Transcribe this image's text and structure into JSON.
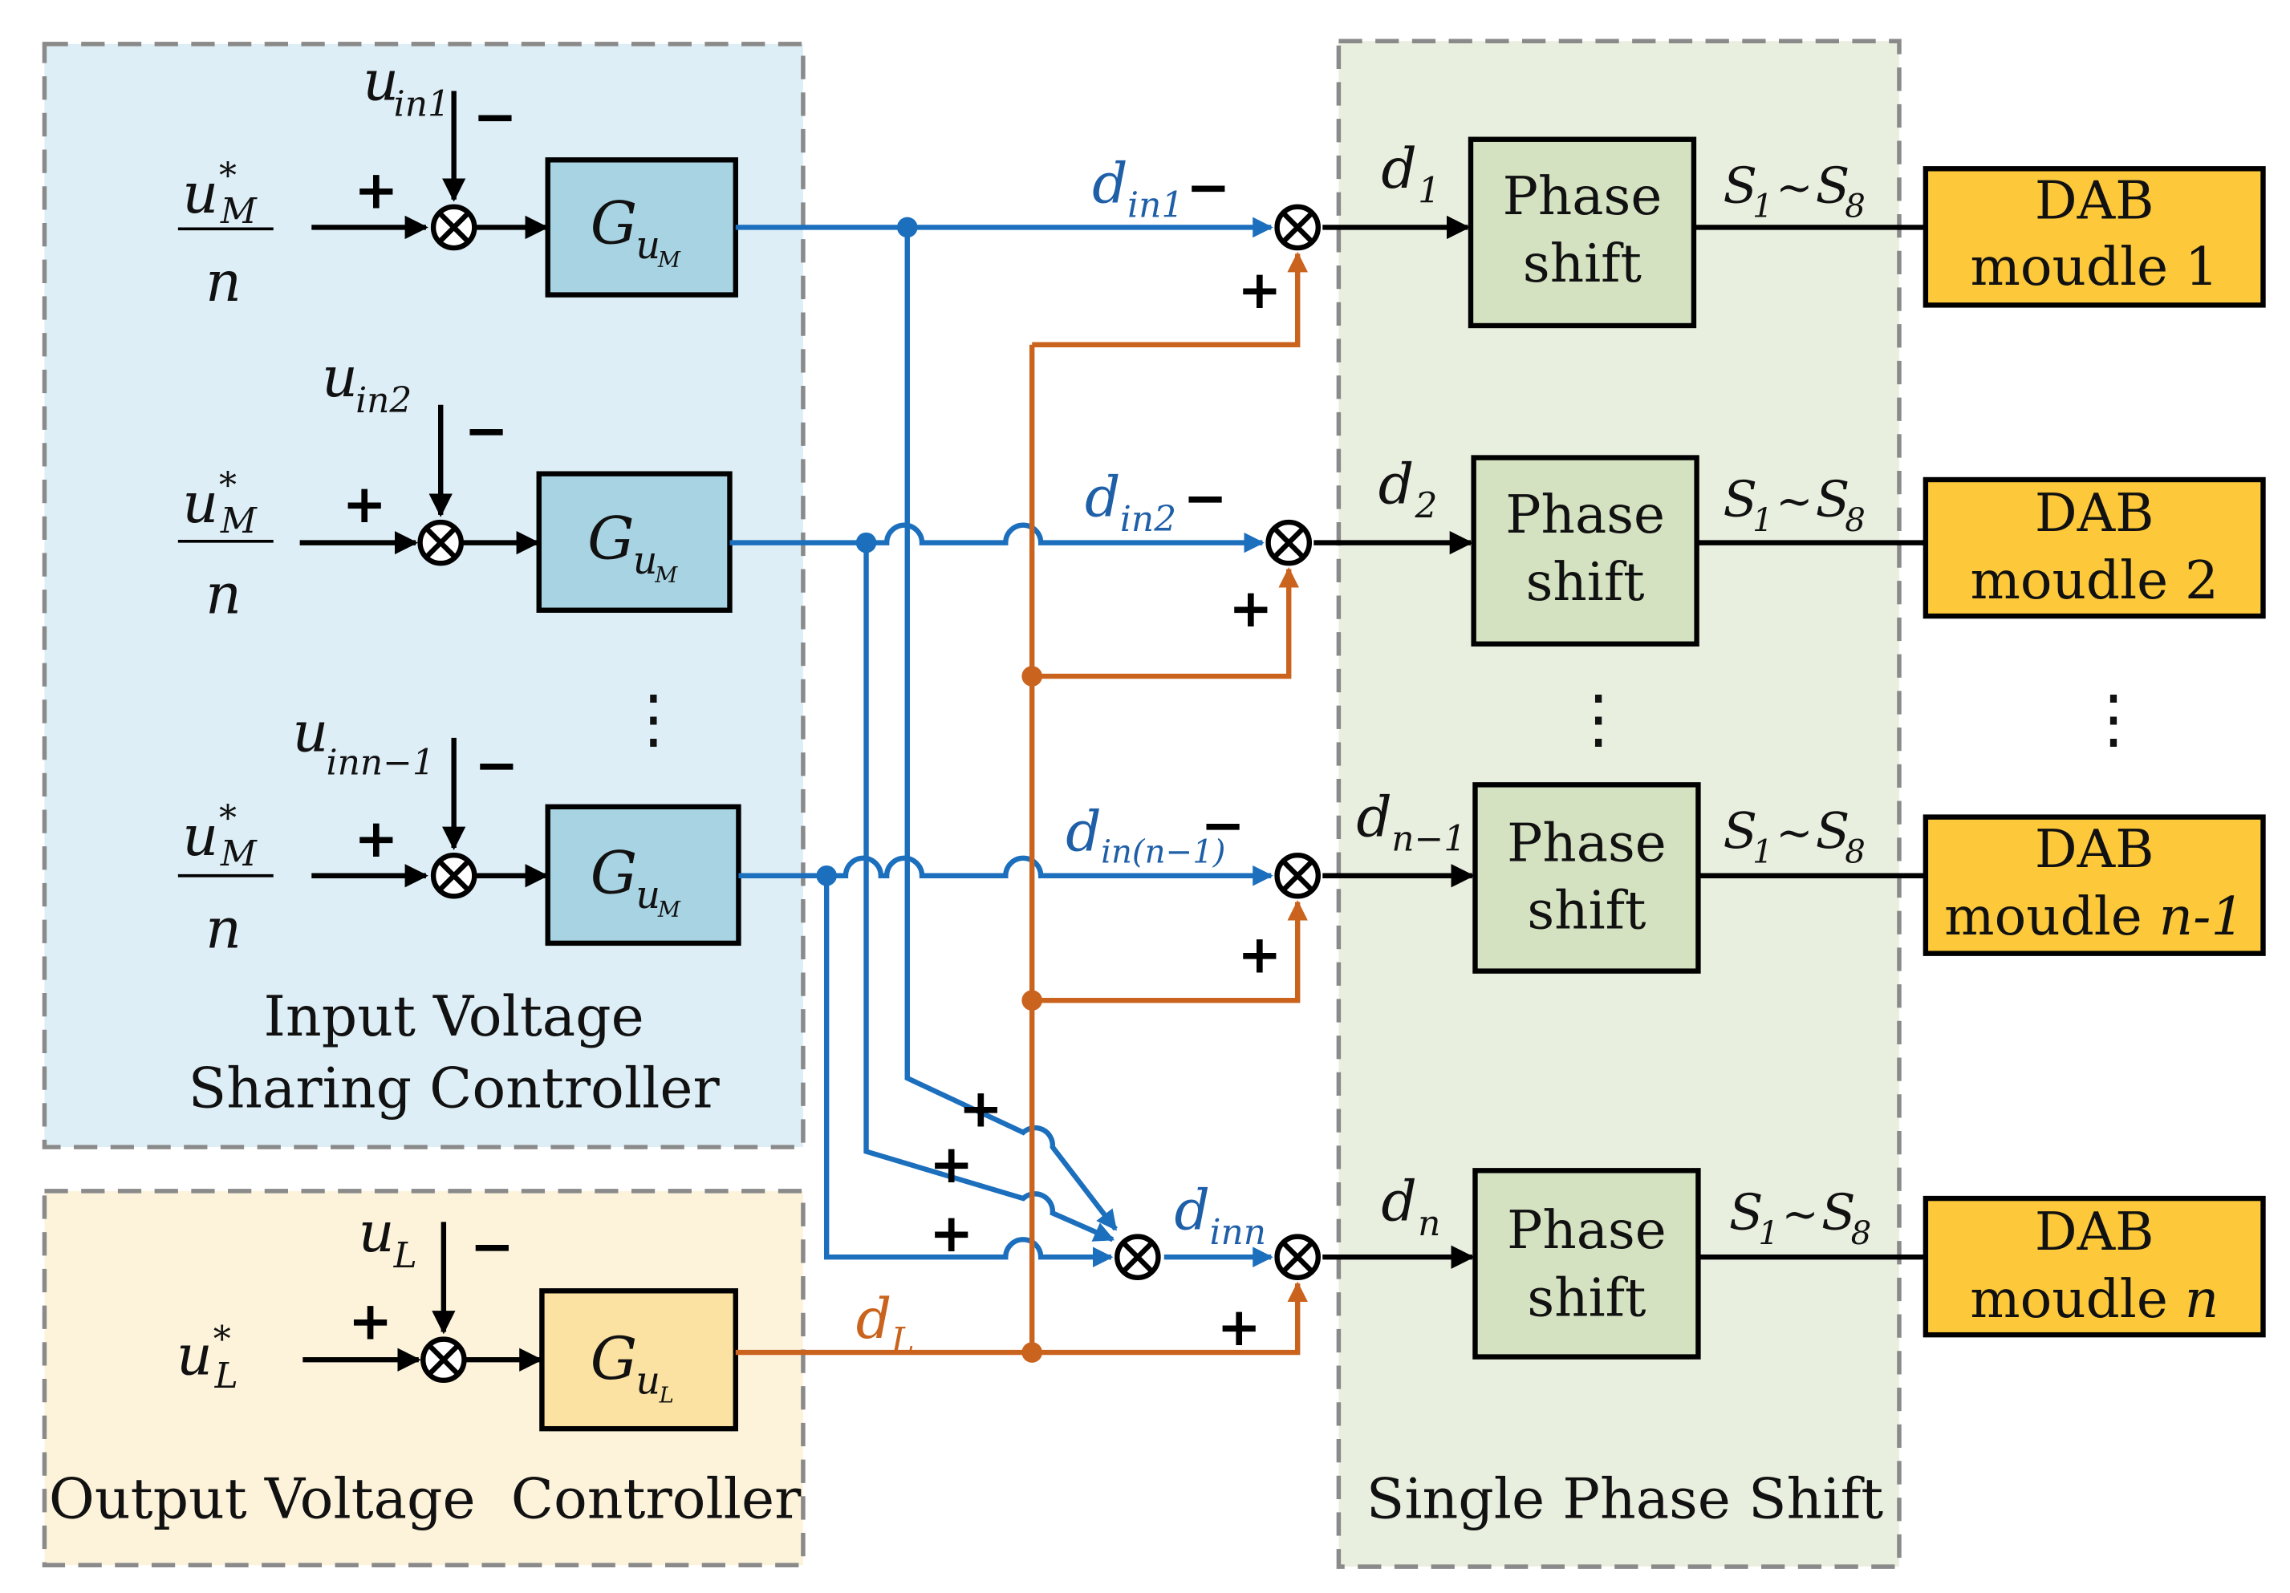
{
  "colors": {
    "blue_wire": "#1c6fbd",
    "orange_wire": "#c9631e",
    "input_region": "#ddeef6",
    "output_region": "#fdf3db",
    "spc_region": "#e9efdf",
    "controller_block": "#a8d3e2",
    "output_block": "#fbe2a3",
    "phase_block": "#d4e2c1",
    "dab_block": "#fdc93a"
  },
  "regions": {
    "input": {
      "title_line1": "Input Voltage",
      "title_line2": "Sharing Controller"
    },
    "output": {
      "title": "Output Voltage  Controller"
    },
    "spc": {
      "title": "Single Phase Shift"
    }
  },
  "symbols": {
    "u": "u",
    "n": "n",
    "star": "*",
    "M": "M",
    "L": "L",
    "G": "G",
    "d": "d",
    "S": "S",
    "tilde": "~",
    "plus": "+",
    "minus": "−",
    "dots": "⋮",
    "in1": "in1",
    "in2": "in2",
    "inn1": "inn−1",
    "in_n1": "in(n−1)",
    "inn": "inn",
    "sub1": "1",
    "sub2": "2",
    "subn1": "n−1",
    "subn": "n",
    "sub8": "8"
  },
  "blocks": {
    "phase_line1": "Phase",
    "phase_line2": "shift",
    "dab_line1": "DAB",
    "dab_line2_1": "moudle 1",
    "dab_line2_2": "moudle 2",
    "dab_line2_n1_pre": "moudle ",
    "dab_line2_n1_em": "n-1",
    "dab_line2_n_pre": "moudle ",
    "dab_line2_n_em": "n"
  }
}
